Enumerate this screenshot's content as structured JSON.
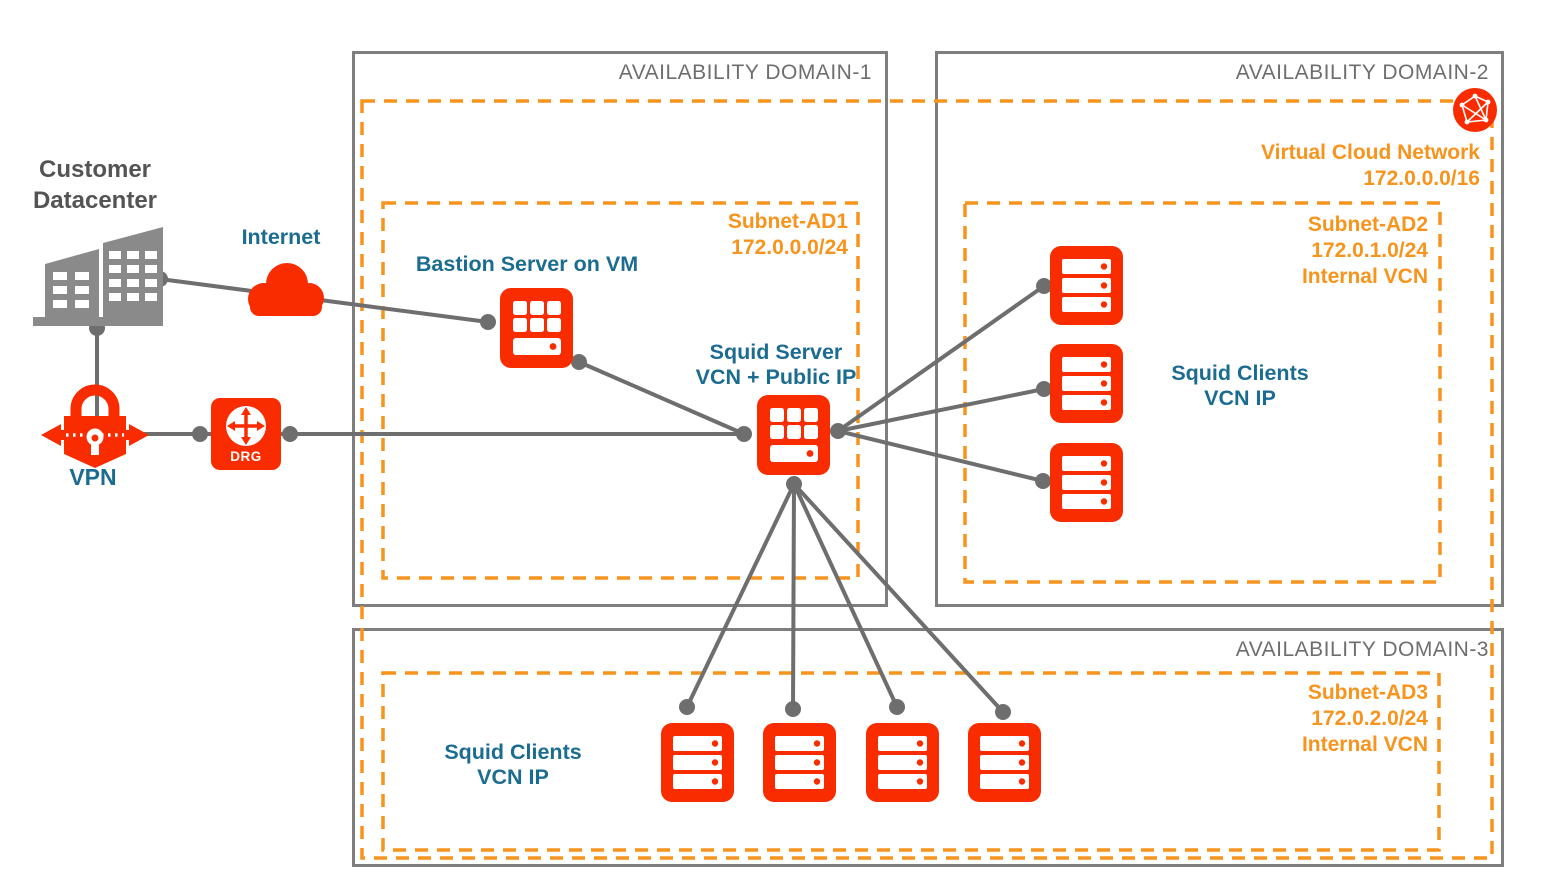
{
  "colors": {
    "red": "#F92C00",
    "orange": "#F7941E",
    "teal": "#1B6C90",
    "line_gray": "#6E6E6E",
    "box_gray": "#7E7E7E",
    "building_gray": "#8A8A8A"
  },
  "external": {
    "datacenter_label": "Customer\nDatacenter",
    "internet_label": "Internet",
    "vpn_label": "VPN",
    "drg_label": "DRG"
  },
  "ad1": {
    "title": "AVAILABILITY DOMAIN-1",
    "subnet_label": "Subnet-AD1\n172.0.0.0/24",
    "bastion_label": "Bastion Server on VM",
    "squid_server_label": "Squid Server\nVCN + Public IP"
  },
  "ad2": {
    "title": "AVAILABILITY DOMAIN-2",
    "vcn_label": "Virtual Cloud Network\n172.0.0.0/16",
    "subnet_label": "Subnet-AD2\n172.0.1.0/24\nInternal VCN",
    "clients_label": "Squid Clients\nVCN IP"
  },
  "ad3": {
    "title": "AVAILABILITY DOMAIN-3",
    "subnet_label": "Subnet-AD3\n172.0.2.0/24\nInternal VCN",
    "clients_label": "Squid Clients\nVCN IP"
  },
  "icons": {
    "datacenter": "buildings-icon",
    "internet": "cloud-icon",
    "vpn": "padlock-vpn-icon",
    "drg": "drg-router-icon",
    "compute_vm": "vm-instance-icon",
    "client_server": "server-stack-icon",
    "vcn": "vcn-network-icon"
  }
}
